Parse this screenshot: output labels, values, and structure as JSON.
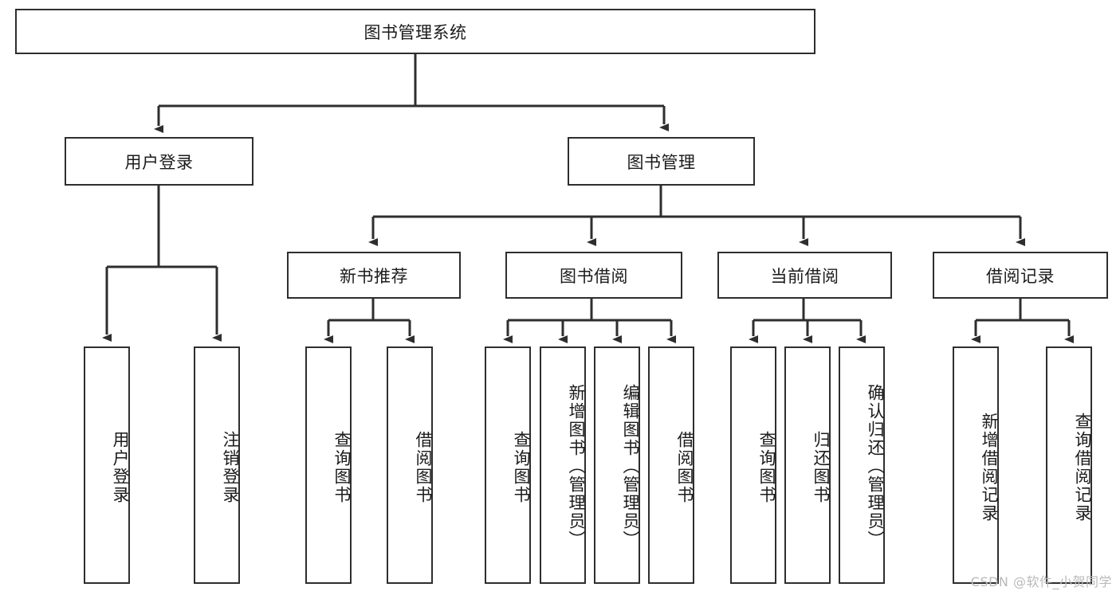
{
  "diagram": {
    "title": "图书管理系统",
    "type": "tree",
    "watermark": "CSDN @软件_小贺同学",
    "colors": {
      "box_border": "#2e2e2e",
      "box_fill": "#ffffff",
      "connector": "#2e2e2e",
      "text": "#1b1b1b",
      "watermark": "#b9b9b9"
    },
    "root": {
      "label": "图书管理系统"
    },
    "level2": [
      {
        "label": "用户登录"
      },
      {
        "label": "图书管理"
      }
    ],
    "level3": [
      {
        "label": "新书推荐"
      },
      {
        "label": "图书借阅"
      },
      {
        "label": "当前借阅"
      },
      {
        "label": "借阅记录"
      }
    ],
    "leaves": {
      "user_login": [
        {
          "label": "用户登录"
        },
        {
          "label": "注销登录"
        }
      ],
      "new_book_recommend": [
        {
          "label": "查询图书"
        },
        {
          "label": "借阅图书"
        }
      ],
      "book_borrow": [
        {
          "label": "查询图书"
        },
        {
          "label": "新增图书（管理员）"
        },
        {
          "label": "编辑图书（管理员）"
        },
        {
          "label": "借阅图书"
        }
      ],
      "current_borrow": [
        {
          "label": "查询图书"
        },
        {
          "label": "归还图书"
        },
        {
          "label": "确认归还（管理员）"
        }
      ],
      "borrow_record": [
        {
          "label": "新增借阅记录"
        },
        {
          "label": "查询借阅记录"
        }
      ]
    }
  }
}
